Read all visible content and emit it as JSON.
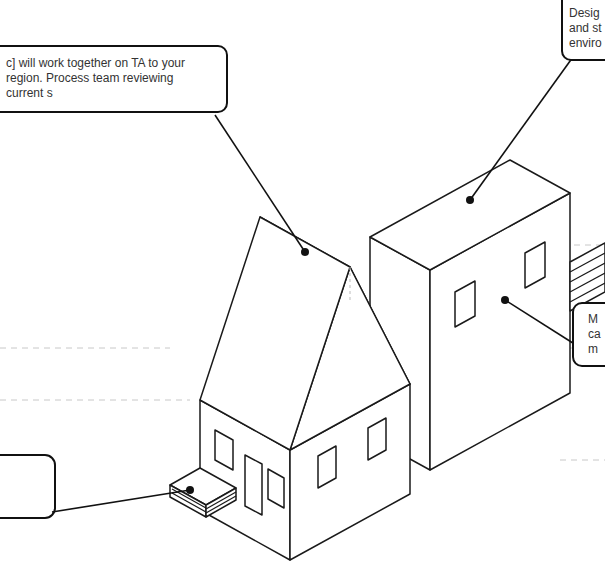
{
  "diagram": {
    "nodes": [
      {
        "text": [
          "c] will work together on TA to your region. Process team reviewing current s"
        ]
      },
      {
        "text": [
          "Desig and st enviro"
        ]
      },
      {
        "text": [
          "M ca m"
        ]
      }
    ]
  }
}
